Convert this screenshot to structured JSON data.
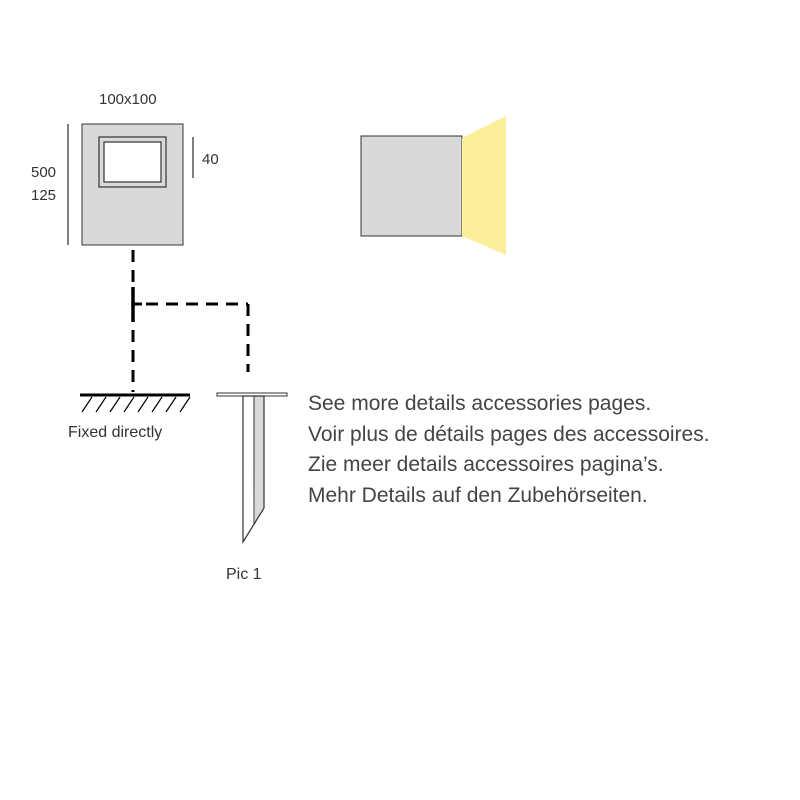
{
  "dimensions": {
    "width_label": "100x100",
    "height_label_1": "500",
    "height_label_2": "125",
    "window_label": "40"
  },
  "mounting": {
    "fixed_label": "Fixed directly",
    "spike_label": "Pic 1"
  },
  "notes": [
    "See more details accessories pages.",
    "Voir plus de détails pages des accessoires.",
    "Zie meer details accessoires pagina’s.",
    "Mehr Details auf den Zubehörseiten."
  ],
  "colors": {
    "fixture_fill": "#d9d9d9",
    "beam_fill": "#fbef9b",
    "line": "#000000",
    "text": "#333333"
  }
}
